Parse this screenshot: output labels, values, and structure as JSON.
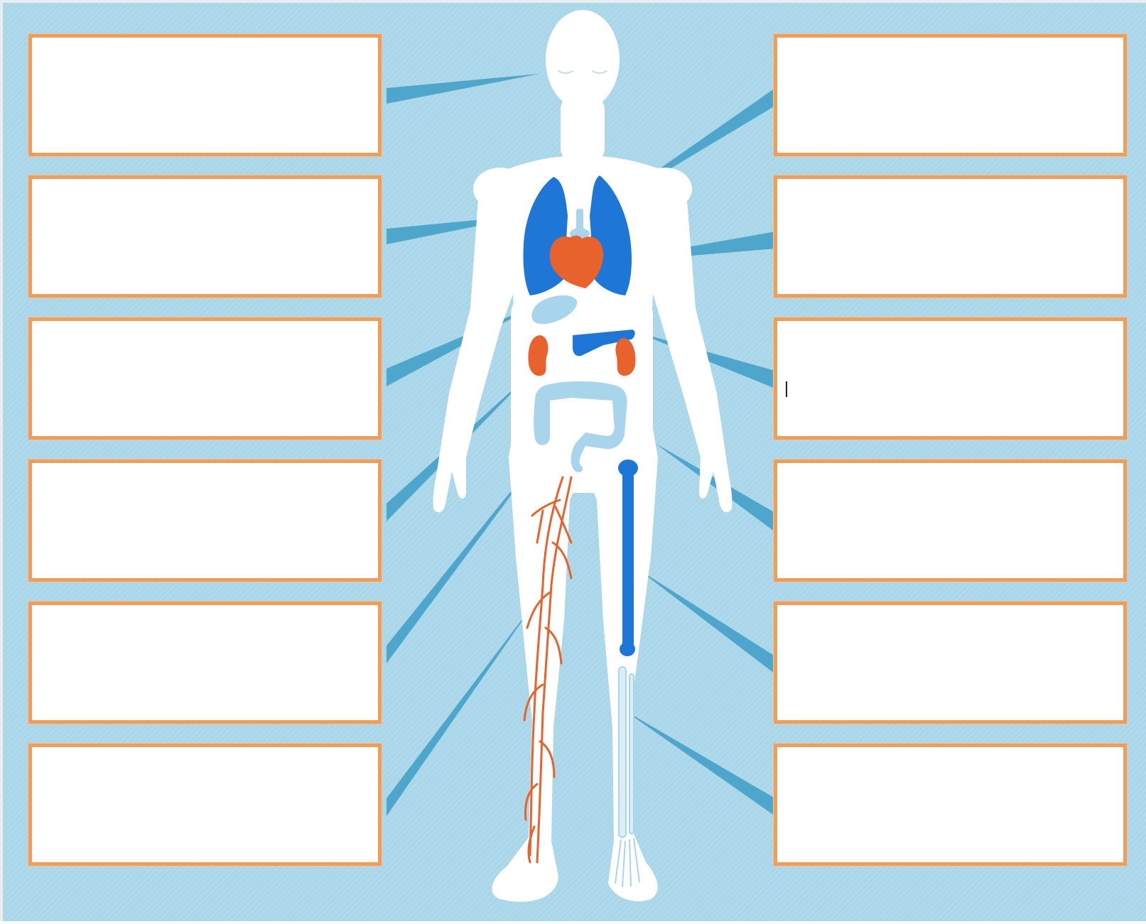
{
  "diagram": {
    "left_labels": [
      {
        "id": "brain-eyes",
        "text": ""
      },
      {
        "id": "lungs",
        "text": ""
      },
      {
        "id": "liver",
        "text": ""
      },
      {
        "id": "kidneys",
        "text": ""
      },
      {
        "id": "intestine",
        "text": ""
      },
      {
        "id": "blood-vessels",
        "text": ""
      }
    ],
    "right_labels": [
      {
        "id": "throat",
        "text": ""
      },
      {
        "id": "heart",
        "text": ""
      },
      {
        "id": "stomach",
        "text": ""
      },
      {
        "id": "skin",
        "text": ""
      },
      {
        "id": "bones",
        "text": ""
      },
      {
        "id": "muscles-tendons",
        "text": ""
      }
    ],
    "colors": {
      "background": "#aad6e9",
      "body": "#ffffff",
      "box_border": "#ed9e5c",
      "pointer": "#4ea6cc",
      "organ_blue": "#1e77d6",
      "organ_light": "#a9d5ec",
      "organ_orange": "#e8622d"
    }
  }
}
